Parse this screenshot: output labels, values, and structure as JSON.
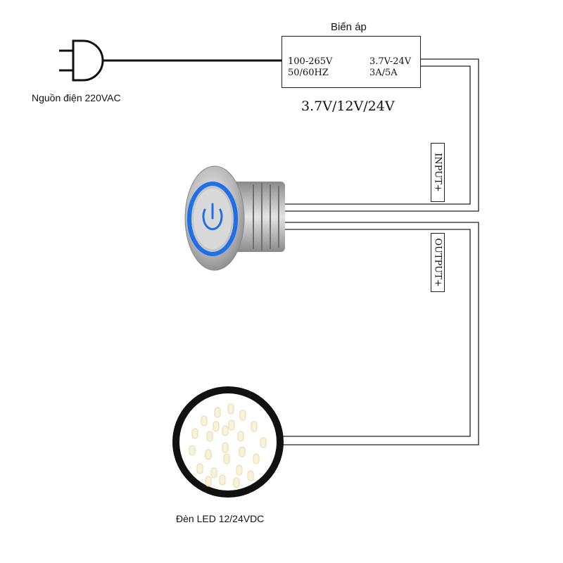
{
  "transformer": {
    "title": "Biến áp",
    "input_voltage": "100-265V",
    "input_freq": "50/60HZ",
    "output_voltage": "3.7V-24V",
    "output_current": "3A/5A",
    "voltage_options": "3.7V/12V/24V"
  },
  "power_source": {
    "label": "Nguồn điện 220VAC",
    "icon": "plug-icon"
  },
  "switch": {
    "icon": "power-icon",
    "ring_color": "#1e6fe8",
    "input_label": "INPUT+",
    "output_label": "OUTPUT+"
  },
  "led": {
    "label": "Đèn LED 12/24VDC",
    "chip_color": "#f8f3d8"
  }
}
